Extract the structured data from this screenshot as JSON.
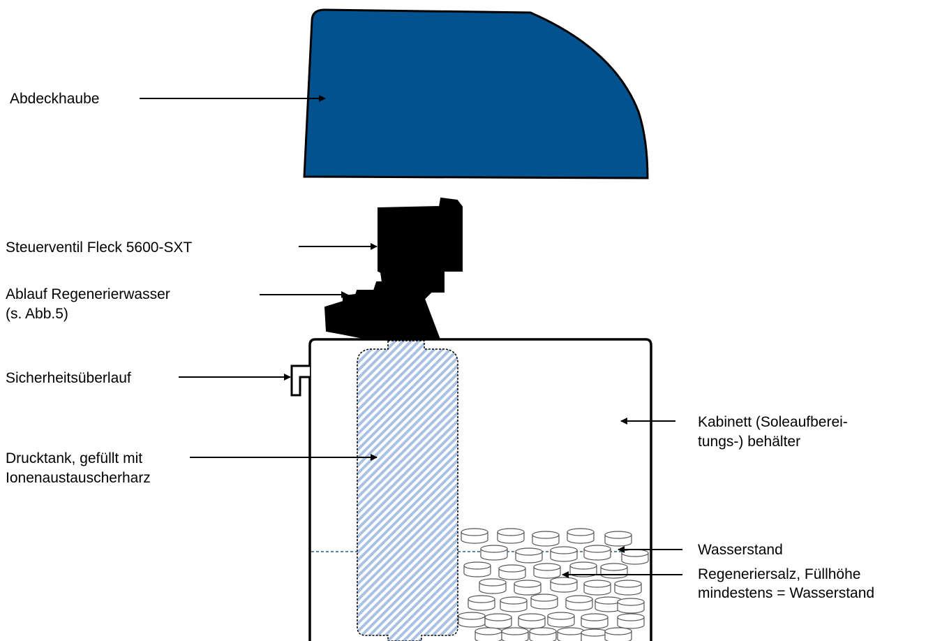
{
  "labels": {
    "cover": "Abdeckhaube",
    "valve": "Steuerventil Fleck 5600-SXT",
    "drain_line1": "Ablauf Regenerierwasser",
    "drain_line2": "(s. Abb.5)",
    "overflow": "Sicherheitsüberlauf",
    "tank_line1": "Drucktank, gefüllt mit",
    "tank_line2": "Ionenaustauscherharz",
    "cabinet_line1": "Kabinett (Soleaufberei-",
    "cabinet_line2": "tungs-) behälter",
    "water_level": "Wasserstand",
    "salt_line1": "Regeneriersalz, Füllhöhe",
    "salt_line2": "mindestens = Wasserstand"
  },
  "colors": {
    "cover": "#02528F",
    "valve": "#000000",
    "tank_hatch": "#A9C1E2",
    "water_line": "#1F5F8B",
    "outline": "#000000"
  }
}
